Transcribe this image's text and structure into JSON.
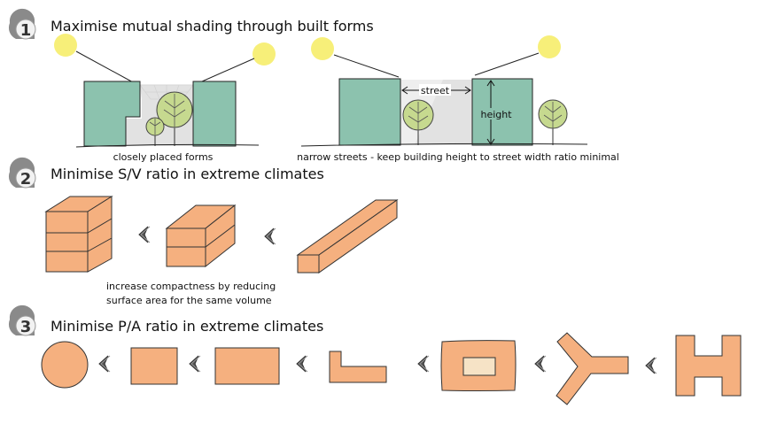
{
  "sections": [
    {
      "number": "1",
      "heading": "Maximise mutual shading through built forms",
      "captions": [
        "closely placed forms",
        "narrow streets - keep building height to street width ratio minimal"
      ],
      "labels": {
        "street": "street",
        "height": "height"
      }
    },
    {
      "number": "2",
      "heading": "Minimise S/V ratio in extreme climates",
      "caption_lines": [
        "increase compactness by reducing",
        "surface area for the same volume"
      ]
    },
    {
      "number": "3",
      "heading": "Minimise P/A ratio in extreme climates"
    }
  ],
  "colors": {
    "building": "#8cc2ae",
    "tree": "#c6d98f",
    "sun": "#f7ef79",
    "block": "#f5b07f",
    "badge": "#8a8a8a"
  }
}
